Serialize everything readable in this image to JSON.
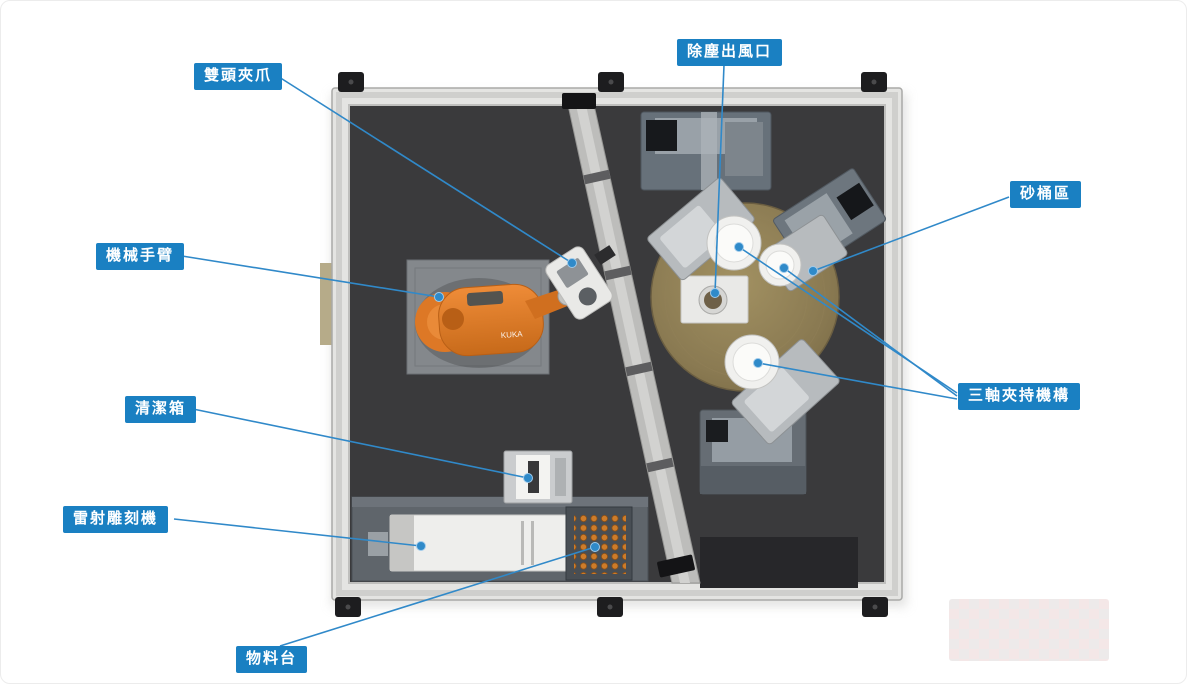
{
  "page": {
    "background": "#ffffff"
  },
  "machine": {
    "brand": "KUKA"
  },
  "labels": [
    {
      "id": "double-head-gripper",
      "text": "雙頭夾爪"
    },
    {
      "id": "dust-outlet",
      "text": "除塵出風口"
    },
    {
      "id": "sand-bucket-area",
      "text": "砂桶區"
    },
    {
      "id": "robot-arm",
      "text": "機械手臂"
    },
    {
      "id": "three-axis-clamp",
      "text": "三軸夾持機構"
    },
    {
      "id": "cleaning-box",
      "text": "清潔箱"
    },
    {
      "id": "laser-engraver",
      "text": "雷射雕刻機"
    },
    {
      "id": "material-table",
      "text": "物料台"
    }
  ],
  "colors": {
    "label_bg": "#1a80c2",
    "label_text": "#ffffff",
    "leader_line": "#3089c9",
    "robot_orange": "#e07b28",
    "disc_tan": "#8a7a52",
    "enclosure_interior": "#3a3a3c"
  }
}
